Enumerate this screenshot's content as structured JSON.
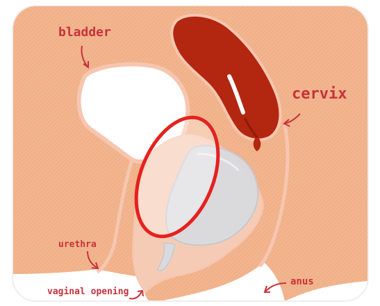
{
  "labels": {
    "bladder": "bladder",
    "cervix": "cervix",
    "urethra": "urethra",
    "vaginal_opening": "vaginal opening",
    "anus": "anus"
  },
  "colors": {
    "tissue": "#f2b58e",
    "tissue_dark": "#e79b74",
    "outline": "#f7c6b0",
    "uterus": "#b3260f",
    "uterus_dark": "#8f1a09",
    "cup": "#d9dadf",
    "cup_edge": "#c7c8ce",
    "highlight_ring": "#e5211e",
    "label_red": "#c8323a",
    "frame_bg": "#ffffff"
  },
  "icons": [
    "bladder-arrow-icon",
    "cervix-arrow-icon",
    "urethra-arrow-icon",
    "vaginal-opening-arrow-icon",
    "anus-arrow-icon"
  ]
}
